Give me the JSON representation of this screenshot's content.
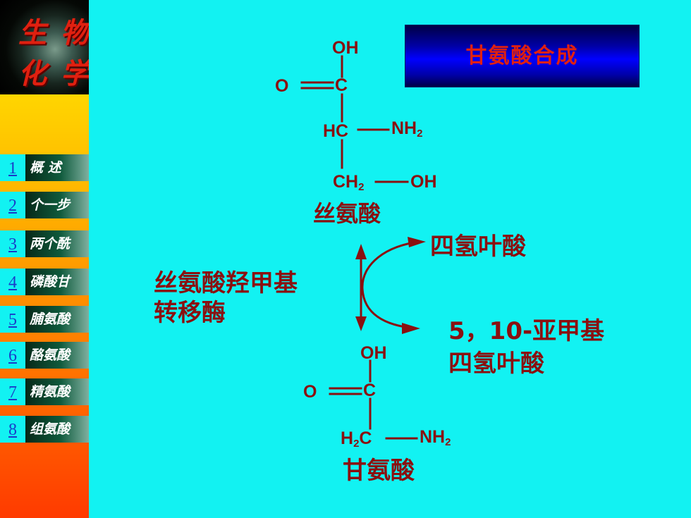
{
  "sidebar": {
    "logo": {
      "chars": [
        "生",
        "物",
        "化",
        "学"
      ]
    },
    "nav": [
      {
        "num": "1",
        "label": "概  述"
      },
      {
        "num": "2",
        "label": "个一步"
      },
      {
        "num": "3",
        "label": "两个酰"
      },
      {
        "num": "4",
        "label": "磷酸甘"
      },
      {
        "num": "5",
        "label": "脯氨酸"
      },
      {
        "num": "6",
        "label": "酪氨酸"
      },
      {
        "num": "7",
        "label": "精氨酸"
      },
      {
        "num": "8",
        "label": "组氨酸"
      }
    ]
  },
  "title": "甘氨酸合成",
  "serine": {
    "oh_top": "OH",
    "o": "O",
    "c": "C",
    "hc": "HC",
    "nh": "NH",
    "ch": "CH",
    "sub2": "2",
    "oh_side": "OH",
    "name": "丝氨酸"
  },
  "enzyme": [
    "丝氨酸羟甲基",
    "转移酶"
  ],
  "cofactor_in": "四氢叶酸",
  "cofactor_out": [
    "5，10-亚甲基",
    "四氢叶酸"
  ],
  "glycine": {
    "oh_top": "OH",
    "o": "O",
    "c": "C",
    "h": "H",
    "c2": "C",
    "nh": "NH",
    "sub2": "2",
    "name": "甘氨酸"
  },
  "colors": {
    "accent": "#8a1010",
    "background": "#12f2f2",
    "title_text": "#e02010",
    "title_box": "#0000ff",
    "nav_number": "#1a3cc8"
  }
}
